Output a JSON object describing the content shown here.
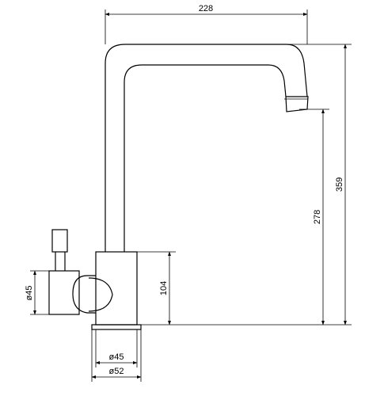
{
  "dimensions": {
    "spout_reach": "228",
    "total_height": "359",
    "spout_height": "278",
    "body_height": "104",
    "handle_diameter": "ø45",
    "body_diameter": "ø45",
    "base_diameter": "ø52"
  }
}
